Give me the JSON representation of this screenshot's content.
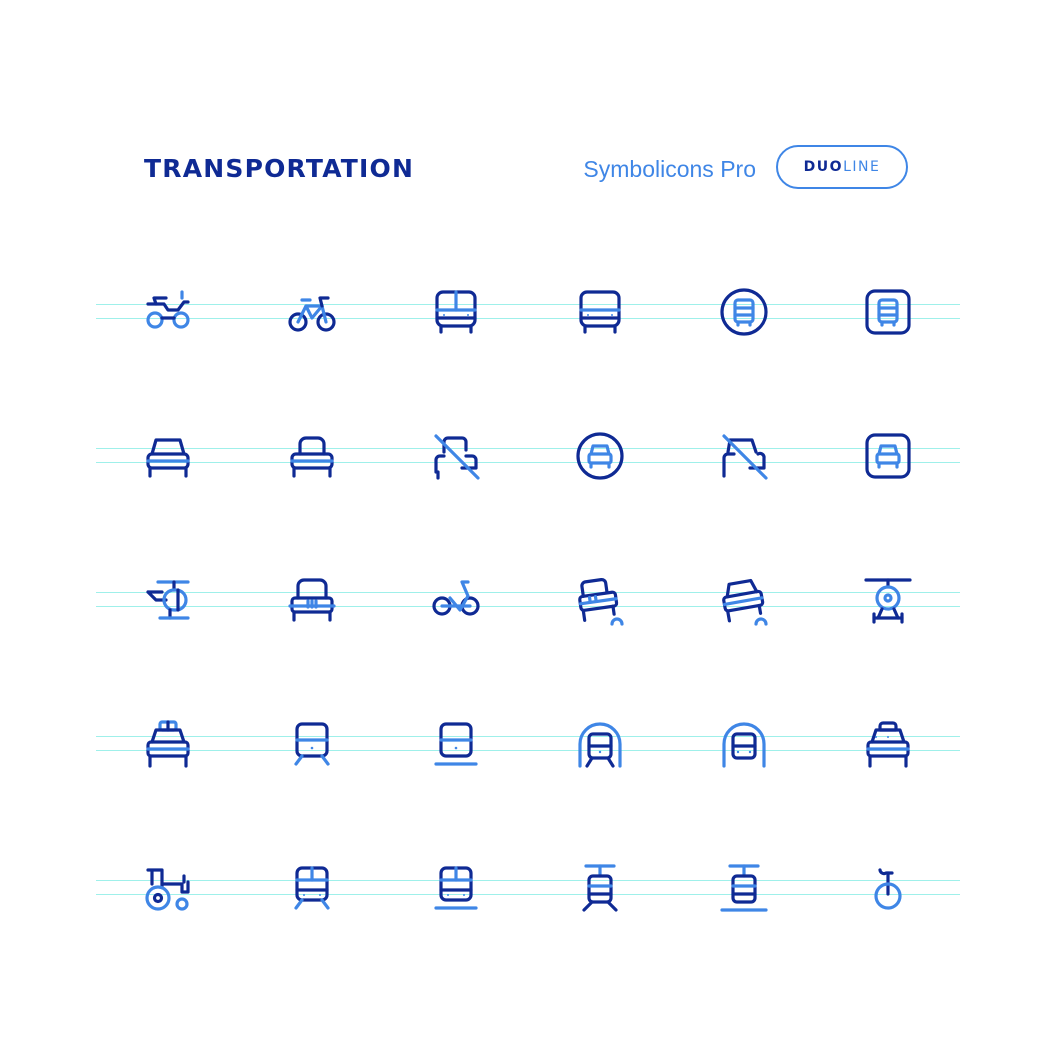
{
  "header": {
    "title": "TRANSPORTATION",
    "brand": "Symbolicons Pro",
    "badge_dark": "DUO",
    "badge_light": "LINE"
  },
  "colors": {
    "dark": "#0f2a94",
    "light": "#3f86e6",
    "guide": "#9ff0ea",
    "background": "#ffffff"
  },
  "rows": [
    [
      "atv-icon",
      "bicycle-icon",
      "bus-front-icon",
      "bus-front-simple-icon",
      "bus-stop-circle-icon",
      "bus-stop-square-icon"
    ],
    [
      "car-front-icon",
      "car-front-rounded-icon",
      "no-car-icon",
      "car-stop-circle-icon",
      "no-car-alt-icon",
      "car-stop-square-icon"
    ],
    [
      "helicopter-icon",
      "jeep-front-icon",
      "motorcycle-icon",
      "off-road-vehicle-icon",
      "off-road-car-icon",
      "helicopter-front-icon"
    ],
    [
      "police-car-icon",
      "train-front-icon",
      "train-platform-icon",
      "train-tunnel-icon",
      "subway-tunnel-icon",
      "taxi-icon"
    ],
    [
      "tractor-icon",
      "tram-front-icon",
      "tram-platform-icon",
      "cable-car-icon",
      "gondola-icon",
      "unicycle-icon"
    ]
  ]
}
